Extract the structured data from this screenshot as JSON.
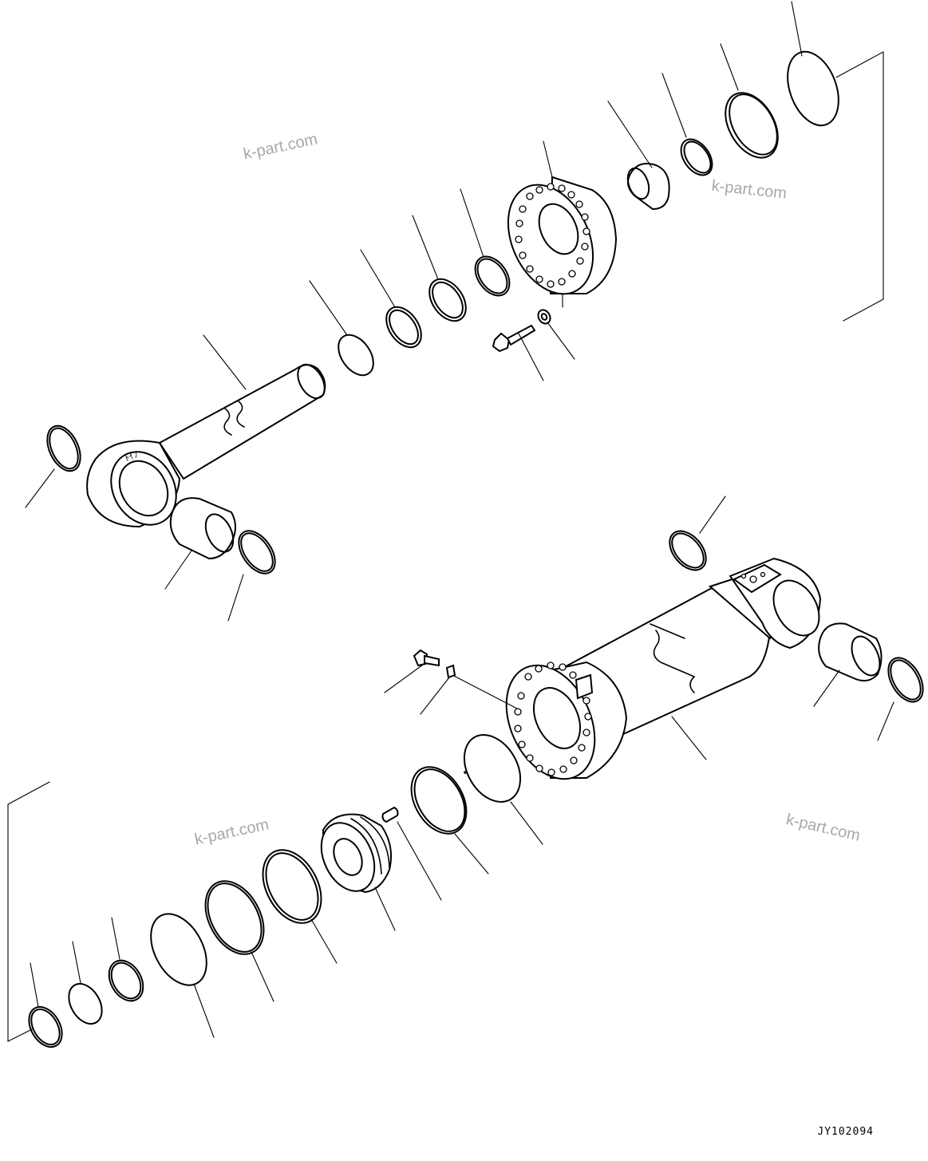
{
  "watermarks": [
    "k-part.com",
    "k-part.com",
    "k-part.com",
    "k-part.com"
  ],
  "drawing_code": "JY102094",
  "rod_marking": "ﾄｲﾌ"
}
